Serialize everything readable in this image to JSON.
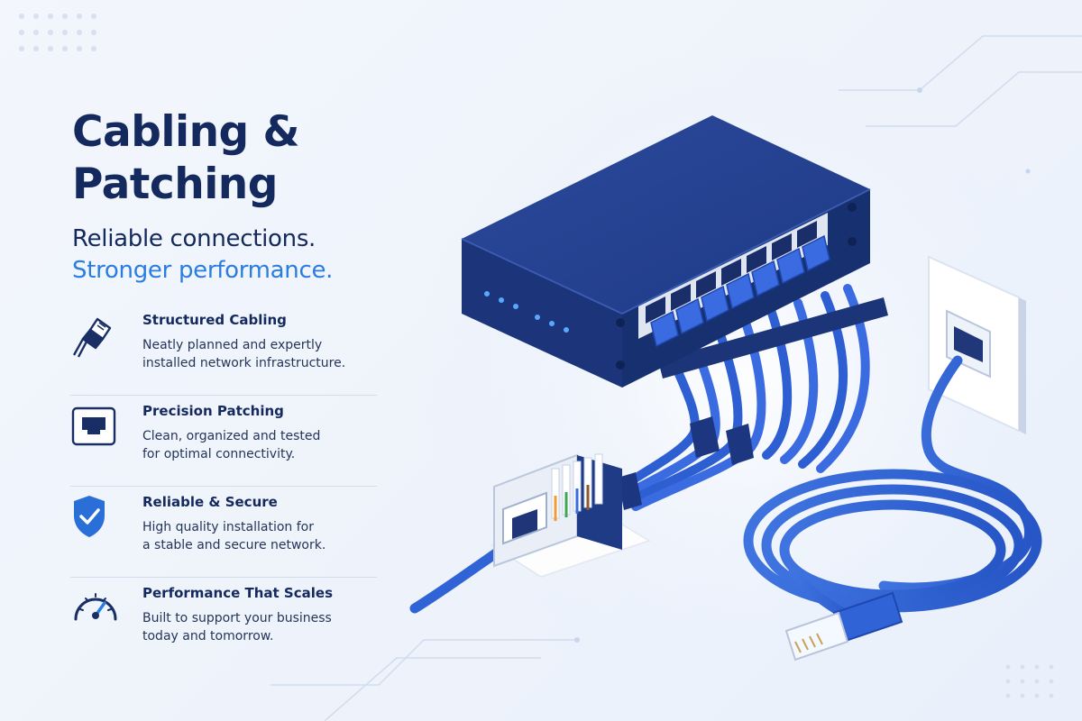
{
  "hero": {
    "title_line1": "Cabling &",
    "title_line2": "Patching",
    "tagline_line1": "Reliable connections.",
    "tagline_line2": "Stronger performance."
  },
  "features": [
    {
      "icon": "cable-connector-icon",
      "title": "Structured Cabling",
      "desc_line1": "Neatly planned and expertly",
      "desc_line2": "installed network infrastructure."
    },
    {
      "icon": "ethernet-port-icon",
      "title": "Precision Patching",
      "desc_line1": "Clean, organized and tested",
      "desc_line2": "for optimal connectivity."
    },
    {
      "icon": "shield-check-icon",
      "title": "Reliable & Secure",
      "desc_line1": "High quality installation for",
      "desc_line2": "a stable and secure network."
    },
    {
      "icon": "speedometer-icon",
      "title": "Performance That Scales",
      "desc_line1": "Built to support your business",
      "desc_line2": "today and tomorrow."
    }
  ],
  "colors": {
    "navy": "#14295e",
    "accent_blue": "#2a7de1",
    "cable_blue": "#2f63d6",
    "switch_body": "#223e8c",
    "background": "#f1f5fc"
  },
  "illustration": {
    "switch_icon": "network-switch-icon",
    "keystone_icon": "keystone-jack-icon",
    "wall_plate_icon": "wall-outlet-icon",
    "coiled_cable_icon": "coiled-patch-cable-icon"
  }
}
